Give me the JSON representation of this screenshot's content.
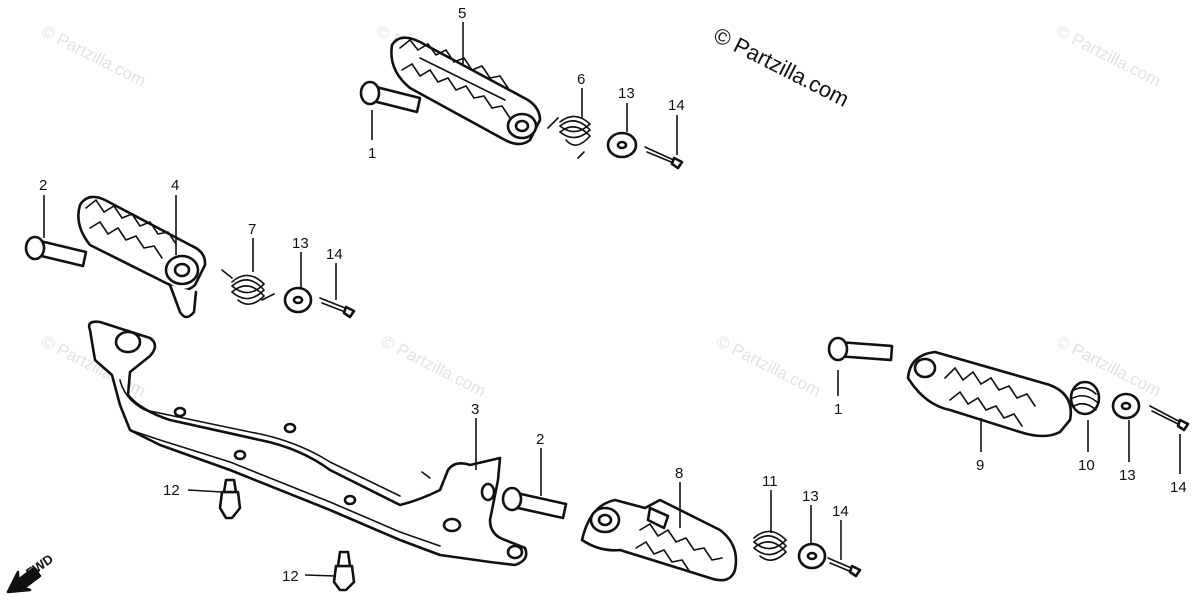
{
  "copyright": "© Partzilla.com",
  "watermark": "© Partzilla.com",
  "direction_label": "FWD",
  "callouts": {
    "c5": "5",
    "c6": "6",
    "c13a": "13",
    "c14a": "14",
    "c1a": "1",
    "c2a": "2",
    "c4": "4",
    "c7": "7",
    "c13b": "13",
    "c14b": "14",
    "c3": "3",
    "c2b": "2",
    "c1b": "1",
    "c9": "9",
    "c10": "10",
    "c13c": "13",
    "c14c": "14",
    "c8": "8",
    "c11": "11",
    "c13d": "13",
    "c14d": "14",
    "c12a": "12",
    "c12b": "12"
  }
}
